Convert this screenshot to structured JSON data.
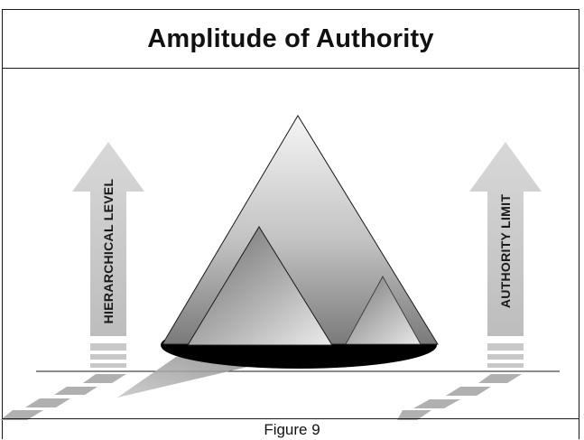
{
  "title": "Amplitude of Authority",
  "left_arrow": {
    "label": "HIERARCHICAL LEVEL",
    "icon": "up-arrow-icon"
  },
  "right_arrow": {
    "label": "AUTHORITY LIMIT",
    "icon": "up-arrow-icon"
  },
  "caption": "Figure 9",
  "colors": {
    "frame": "#1a1a1a",
    "arrow_fill": "#cfcfcf",
    "pyramid_dark": "#6e6e6e",
    "pyramid_light": "#f2f2f2",
    "base_ellipse": "#000000",
    "shadow": "#9a9a9a"
  }
}
